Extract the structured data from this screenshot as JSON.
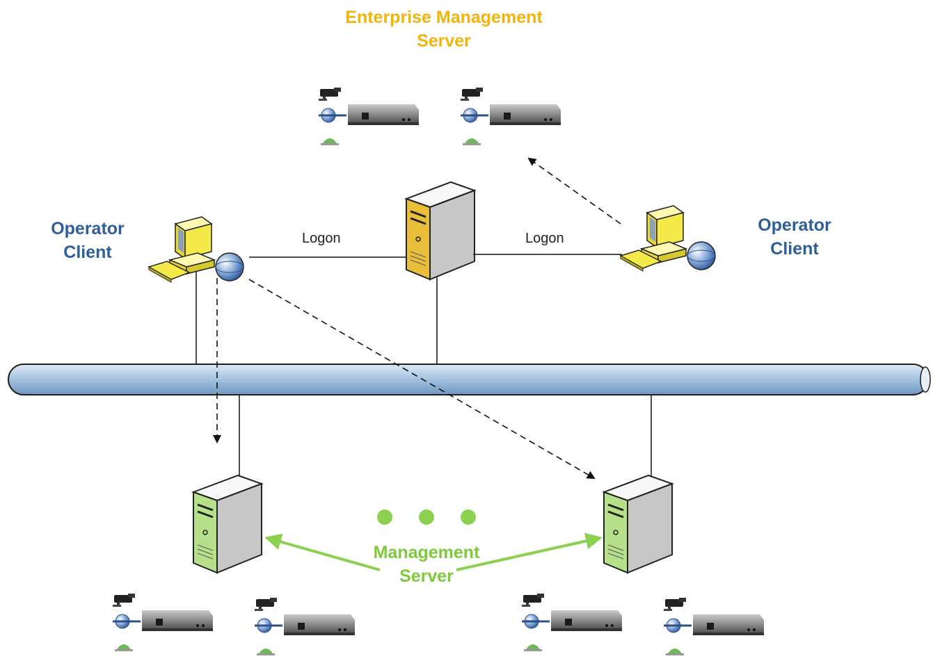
{
  "labels": {
    "ems": "Enterprise Management Server",
    "operator_client_left": "Operator Client",
    "operator_client_right": "Operator Client",
    "management_server": "Management Server",
    "logon_left": "Logon",
    "logon_right": "Logon"
  },
  "colors": {
    "ems_label": "#f2b40c",
    "operator_label": "#2f5f98",
    "management_label": "#7ecb3a",
    "network_bus": "#9bbcdc",
    "server_gold": "#e8be3a",
    "server_green": "#b6e08a",
    "workstation": "#f2ea4a",
    "management_arrow": "#8cd050"
  },
  "icons": {
    "workstation": "operator-workstation-icon",
    "ems_server": "enterprise-server-icon",
    "management_server": "management-server-icon",
    "device_group": "camera-encoder-decoder-group-icon",
    "network_bus": "network-bus-icon"
  }
}
